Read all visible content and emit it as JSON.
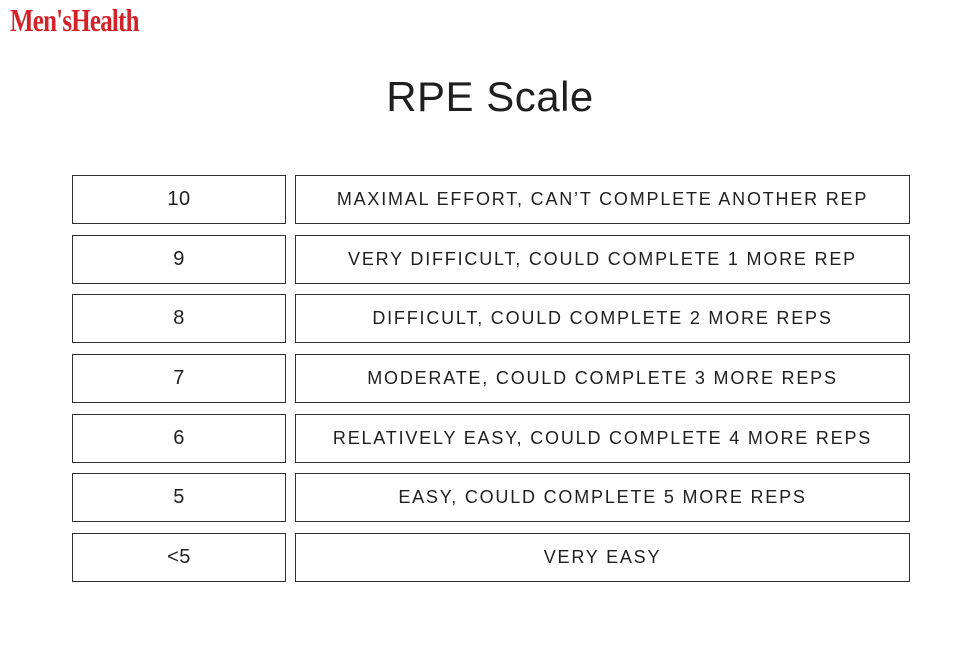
{
  "logo": {
    "text": "Men'sHealth"
  },
  "title": "RPE Scale",
  "chart_data": {
    "type": "table",
    "title": "RPE Scale",
    "rows": [
      [
        "10",
        "MAXIMAL EFFORT, CAN’T COMPLETE ANOTHER REP"
      ],
      [
        "9",
        "VERY DIFFICULT, COULD COMPLETE 1 MORE REP"
      ],
      [
        "8",
        "DIFFICULT, COULD COMPLETE 2 MORE REPS"
      ],
      [
        "7",
        "MODERATE, COULD COMPLETE 3 MORE REPS"
      ],
      [
        "6",
        "RELATIVELY EASY, COULD COMPLETE 4 MORE REPS"
      ],
      [
        "5",
        "EASY, COULD COMPLETE 5 MORE REPS"
      ],
      [
        "<5",
        "VERY EASY"
      ]
    ]
  },
  "colors": {
    "logo_red": "#d2232a",
    "border": "#2f2f2f",
    "text": "#1f1f1f",
    "background": "#ffffff"
  }
}
